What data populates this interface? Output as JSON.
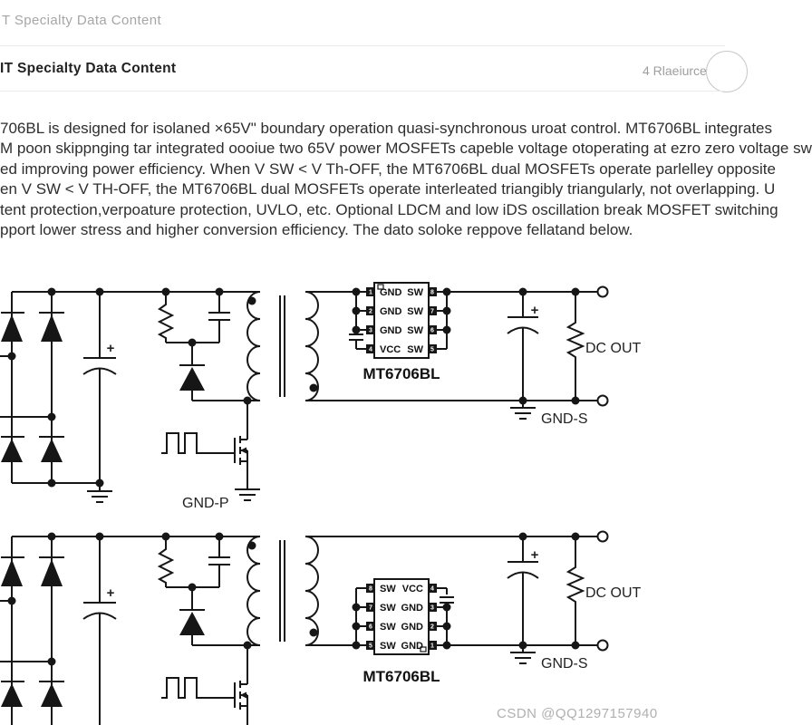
{
  "header": {
    "top_title": "T Specialty Data Content",
    "main_title": "IT Specialty Data Content",
    "resource_label": "4 Rlaeiurce"
  },
  "paragraph": {
    "lines": [
      "706BL is designed for isolaned ×65V\" boundary operation quasi-synchronous uroat control.  MT6706BL integrates",
      "M poon skippnging tar integrated oooiue two 65V power MOSFETs capeble voltage otoperating at ezro zero voltage sw",
      "ed improving power efficiency.  When V SW < V Th-OFF, the MT6706BL dual MOSFETs operate parlelley opposite",
      "en V SW < V TH-OFF, the MT6706BL dual MOSFETs operate interleated triangibly triangularly, not overlapping. U",
      "tent protection,verpoature protection, UVLO, etc.  Optional LDCM and low iDS oscillation break MOSFET switching",
      "pport lower stress and higher conversion efficiency. The dato soloke reppove fellatand below."
    ]
  },
  "circuit1": {
    "ic": {
      "label": "MT6706BL",
      "left_pins": [
        {
          "num": "1",
          "label": "GND"
        },
        {
          "num": "2",
          "label": "GND"
        },
        {
          "num": "3",
          "label": "GND"
        },
        {
          "num": "4",
          "label": "VCC"
        }
      ],
      "right_pins": [
        {
          "num": "8",
          "label": "SW"
        },
        {
          "num": "7",
          "label": "SW"
        },
        {
          "num": "6",
          "label": "SW"
        },
        {
          "num": "5",
          "label": "SW"
        }
      ]
    },
    "labels": {
      "gnd_p": "GND-P",
      "gnd_s": "GND-S",
      "dc_out": "DC OUT",
      "plus": "+"
    }
  },
  "circuit2": {
    "ic": {
      "label": "MT6706BL",
      "left_pins": [
        {
          "num": "8",
          "label": "SW"
        },
        {
          "num": "7",
          "label": "SW"
        },
        {
          "num": "6",
          "label": "SW"
        },
        {
          "num": "5",
          "label": "SW"
        }
      ],
      "right_pins": [
        {
          "num": "4",
          "label": "VCC"
        },
        {
          "num": "3",
          "label": "GND"
        },
        {
          "num": "2",
          "label": "GND"
        },
        {
          "num": "1",
          "label": "GND"
        }
      ]
    },
    "labels": {
      "gnd_s": "GND-S",
      "dc_out": "DC OUT",
      "plus": "+"
    }
  },
  "watermark": "CSDN @QQ1297157940"
}
